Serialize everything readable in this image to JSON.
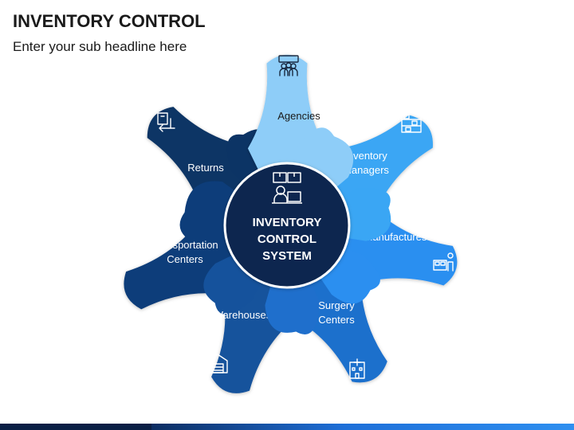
{
  "header": {
    "title": "INVENTORY CONTROL",
    "subtitle": "Enter your sub headline here"
  },
  "center": {
    "lines": [
      "INVENTORY",
      "CONTROL",
      "SYSTEM"
    ],
    "icon": "inventory-worker-icon",
    "color": "#0b2650"
  },
  "petals": [
    {
      "id": "agencies",
      "lines": [
        "Agencies"
      ],
      "icon": "agency-team-icon",
      "color": "#8ecdf8"
    },
    {
      "id": "inventory-managers",
      "lines": [
        "Inventory",
        "Managers"
      ],
      "icon": "warehouse-shelves-icon",
      "color": "#3aa6f4"
    },
    {
      "id": "manufactures",
      "lines": [
        "Manufactures"
      ],
      "icon": "factory-worker-icon",
      "color": "#2b8ff0"
    },
    {
      "id": "surgery-centers",
      "lines": [
        "Surgery",
        "Centers"
      ],
      "icon": "hospital-building-icon",
      "color": "#1f6fcc"
    },
    {
      "id": "warehouses",
      "lines": [
        "Warehouses"
      ],
      "icon": "warehouse-icon",
      "color": "#15529c"
    },
    {
      "id": "transportation-centers",
      "lines": [
        "Transportation",
        "Centers"
      ],
      "icon": "delivery-truck-icon",
      "color": "#0d3d7a"
    },
    {
      "id": "returns",
      "lines": [
        "Returns"
      ],
      "icon": "return-box-icon",
      "color": "#0c3465"
    }
  ]
}
